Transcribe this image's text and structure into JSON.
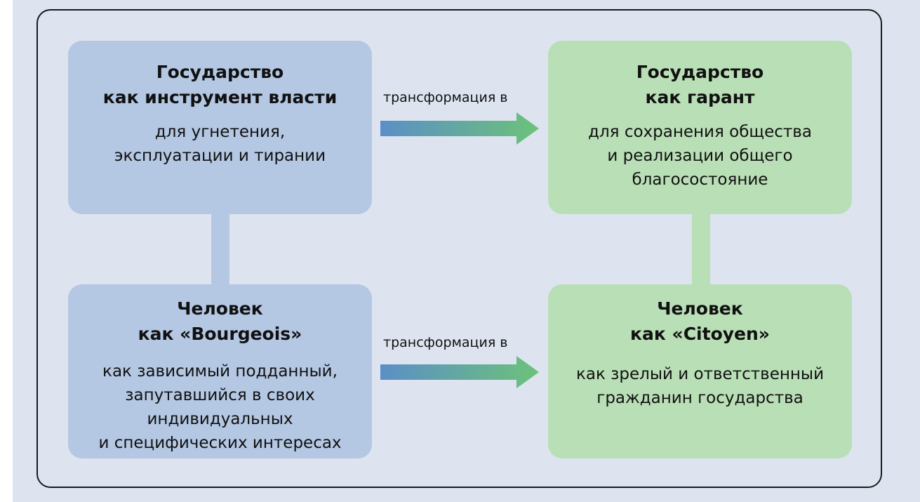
{
  "diagram": {
    "top_left": {
      "title": "Государство\nкак инструмент власти",
      "description": "для угнетения,\nэксплуатации и тирании"
    },
    "top_right": {
      "title": "Государство\nкак гарант",
      "description": "для сохранения общества\nи реализации общего\nблагосостояние"
    },
    "bottom_left": {
      "title": "Человек\nкак «Bourgeois»",
      "description": "как зависимый подданный,\nзапутавшийся в своих\nиндивидуальных\nи специфических интересах"
    },
    "bottom_right": {
      "title": "Человек\nкак «Citoyen»",
      "description": "как зрелый и ответственный\nгражданин государства"
    },
    "arrow_top_label": "трансформация в",
    "arrow_bottom_label": "трансформация в"
  },
  "colors": {
    "background": "#dde4f0",
    "blue_box": "#b4c7e3",
    "green_box": "#b9dfb6",
    "arrow_start": "#5b8fc7",
    "arrow_end": "#6cc27a"
  }
}
